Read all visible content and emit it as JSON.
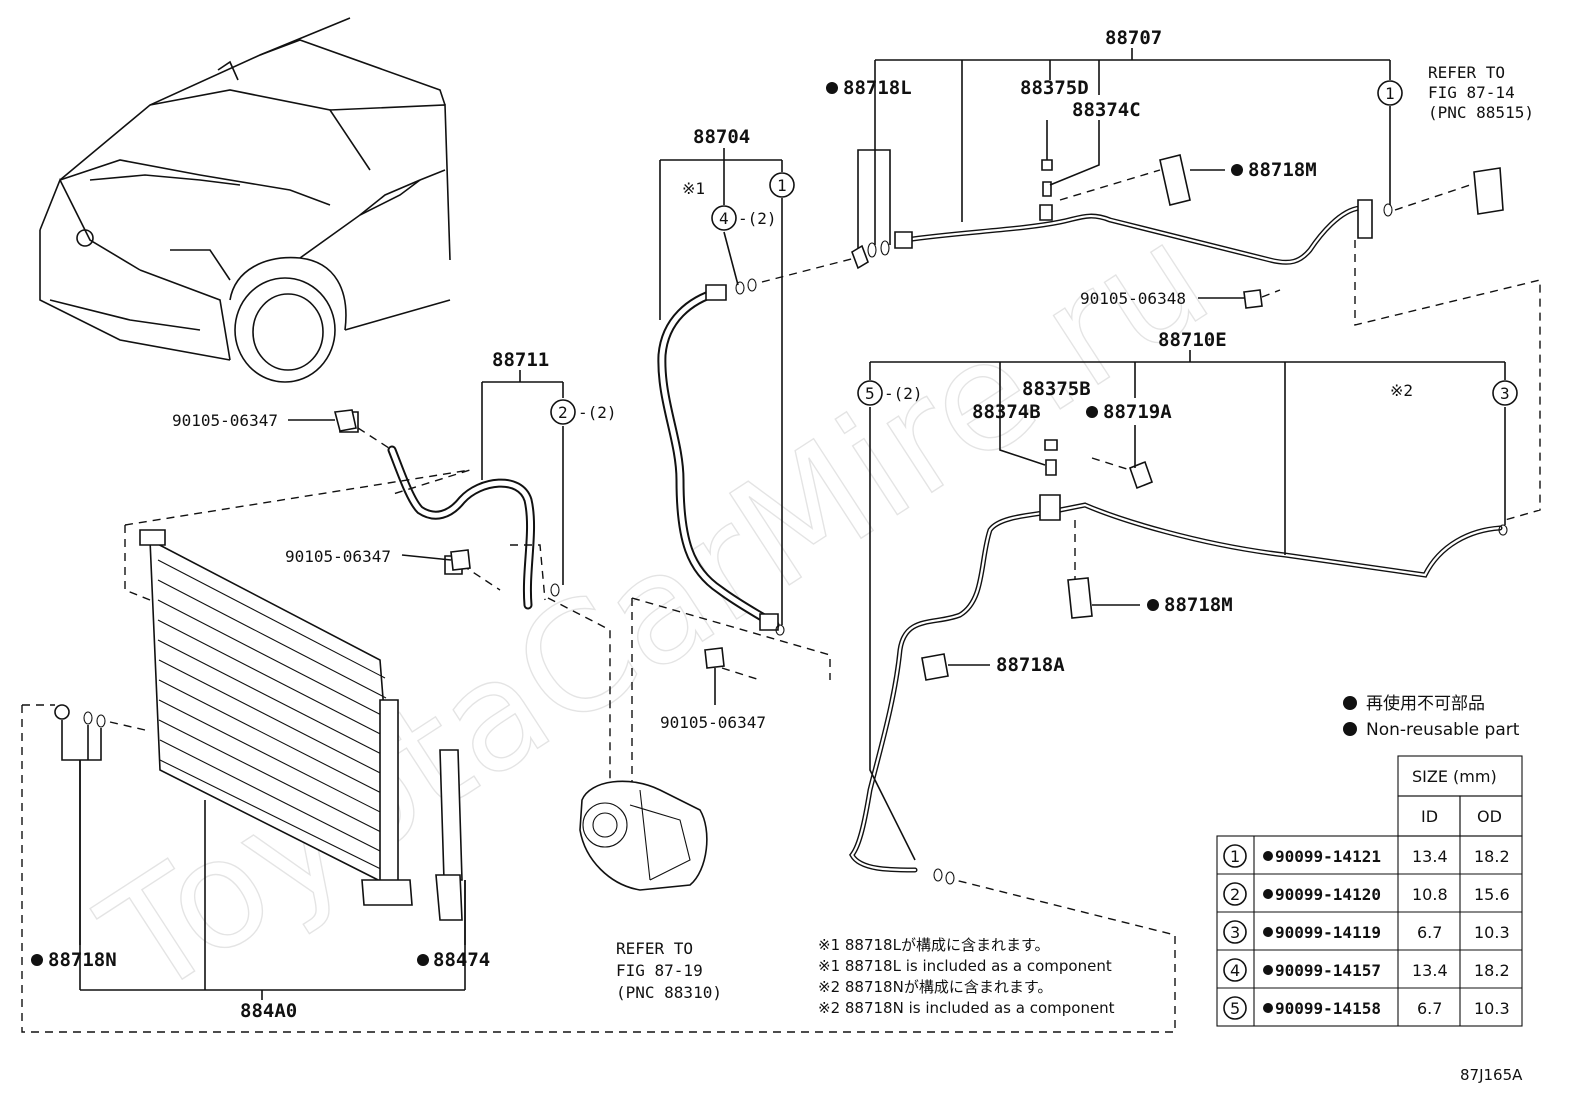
{
  "watermark": "ToyotaCarMire.ru",
  "figure_code": "87J165A",
  "labels": {
    "p88707": "88707",
    "p88718L": "88718L",
    "p88375D": "88375D",
    "p88374C": "88374C",
    "p88718M_top": "88718M",
    "refer_top": [
      "REFER TO",
      "FIG 87-14",
      "(PNC 88515)"
    ],
    "p88704": "88704",
    "mark1_text": "※1",
    "p88711": "88711",
    "bolt_a": "90105-06347",
    "bolt_b": "90105-06347",
    "bolt_c": "90105-06347",
    "bolt_d": "90105-06348",
    "p88710E": "88710E",
    "p88375B": "88375B",
    "p88374B": "88374B",
    "p88719A": "88719A",
    "mark2_text": "※2",
    "p88718M_mid": "88718M",
    "p88718A": "88718A",
    "p88718N": "88718N",
    "p88474": "88474",
    "p884A0": "884A0",
    "refer_bottom": [
      "REFER TO",
      "FIG 87-19",
      "(PNC 88310)"
    ],
    "qty2": "-(2)"
  },
  "circled_refs": {
    "one": "1",
    "two": "2",
    "three": "3",
    "four": "4",
    "five": "5"
  },
  "notes": [
    "※1 88718Lが構成に含まれます。",
    "※1 88718L is included as a component",
    "※2 88718Nが構成に含まれます。",
    "※2 88718N is included as a component"
  ],
  "legend": {
    "jp": "再使用不可部品",
    "en": "Non-reusable part"
  },
  "size_table": {
    "title": "SIZE (mm)",
    "col_id": "ID",
    "col_od": "OD",
    "rows": [
      {
        "ref": "1",
        "part": "90099-14121",
        "id": "13.4",
        "od": "18.2"
      },
      {
        "ref": "2",
        "part": "90099-14120",
        "id": "10.8",
        "od": "15.6"
      },
      {
        "ref": "3",
        "part": "90099-14119",
        "id": "6.7",
        "od": "10.3"
      },
      {
        "ref": "4",
        "part": "90099-14157",
        "id": "13.4",
        "od": "18.2"
      },
      {
        "ref": "5",
        "part": "90099-14158",
        "id": "6.7",
        "od": "10.3"
      }
    ]
  }
}
